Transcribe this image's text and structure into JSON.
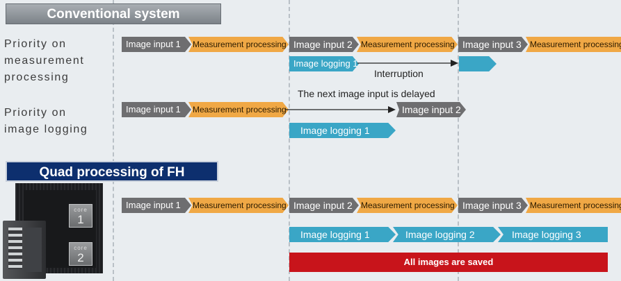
{
  "headers": {
    "conventional": "Conventional system",
    "quad": "Quad processing of FH"
  },
  "row_labels": {
    "priority_measurement": "Priority on\nmeasurement\nprocessing",
    "priority_logging": "Priority on\nimage logging"
  },
  "row1": {
    "img_input_1": "Image input 1",
    "measure_1": "Measurement processing",
    "img_input_2": "Image input 2",
    "measure_2": "Measurement processing",
    "img_input_3": "Image input 3",
    "measure_3": "Measurement processing",
    "logging_1": "Image logging 1",
    "interruption": "Interruption"
  },
  "row2": {
    "img_input_1": "Image input 1",
    "measure_1": "Measurement processing",
    "delay_note": "The next image input is delayed",
    "img_input_2": "Image input 2",
    "logging_1": "Image logging 1"
  },
  "row3": {
    "img_input_1": "Image input 1",
    "measure_1": "Measurement processing",
    "img_input_2": "Image input 2",
    "measure_2": "Measurement processing",
    "img_input_3": "Image input 3",
    "measure_3": "Measurement processing",
    "logging_1": "Image logging 1",
    "logging_2": "Image logging 2",
    "logging_3": "Image logging 3",
    "banner": "All images are saved"
  },
  "cores": {
    "label": "core",
    "core1": "1",
    "core2": "2"
  },
  "colors": {
    "image_input": "#6e6e70",
    "measurement": "#f0a845",
    "logging": "#3aa6c6",
    "banner": "#c8141b",
    "quad_header": "#0d2f6e"
  }
}
